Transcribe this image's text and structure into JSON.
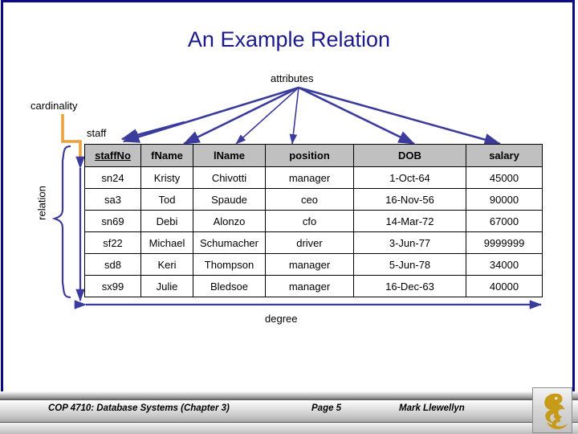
{
  "slide": {
    "title": "An Example Relation",
    "title_color": "#1a1a8c",
    "border_color": "#0b0b85",
    "background": "#ffffff"
  },
  "annotations": {
    "attributes": "attributes",
    "cardinality": "cardinality",
    "relation": "relation",
    "degree": "degree",
    "table_name": "staff",
    "arrow_color": "#3b3b9e",
    "bracket_color": "#e8a33d"
  },
  "table": {
    "name": "staff",
    "header_background": "#c0c0c0",
    "columns": [
      {
        "label": "staffNo",
        "key": true
      },
      {
        "label": "fName",
        "key": false
      },
      {
        "label": "lName",
        "key": false
      },
      {
        "label": "position",
        "key": false
      },
      {
        "label": "DOB",
        "key": false
      },
      {
        "label": "salary",
        "key": false
      }
    ],
    "rows": [
      [
        "sn24",
        "Kristy",
        "Chivotti",
        "manager",
        "1-Oct-64",
        "45000"
      ],
      [
        "sa3",
        "Tod",
        "Spaude",
        "ceo",
        "16-Nov-56",
        "90000"
      ],
      [
        "sn69",
        "Debi",
        "Alonzo",
        "cfo",
        "14-Mar-72",
        "67000"
      ],
      [
        "sf22",
        "Michael",
        "Schumacher",
        "driver",
        "3-Jun-77",
        "9999999"
      ],
      [
        "sd8",
        "Keri",
        "Thompson",
        "manager",
        "5-Jun-78",
        "34000"
      ],
      [
        "sx99",
        "Julie",
        "Bledsoe",
        "manager",
        "16-Dec-63",
        "40000"
      ]
    ],
    "cardinality": 6,
    "degree": 6
  },
  "footer": {
    "course": "COP 4710: Database Systems  (Chapter 3)",
    "page": "Page 5",
    "author": "Mark Llewellyn",
    "logo": "pegasus-logo",
    "logo_color": "#c79a17"
  }
}
